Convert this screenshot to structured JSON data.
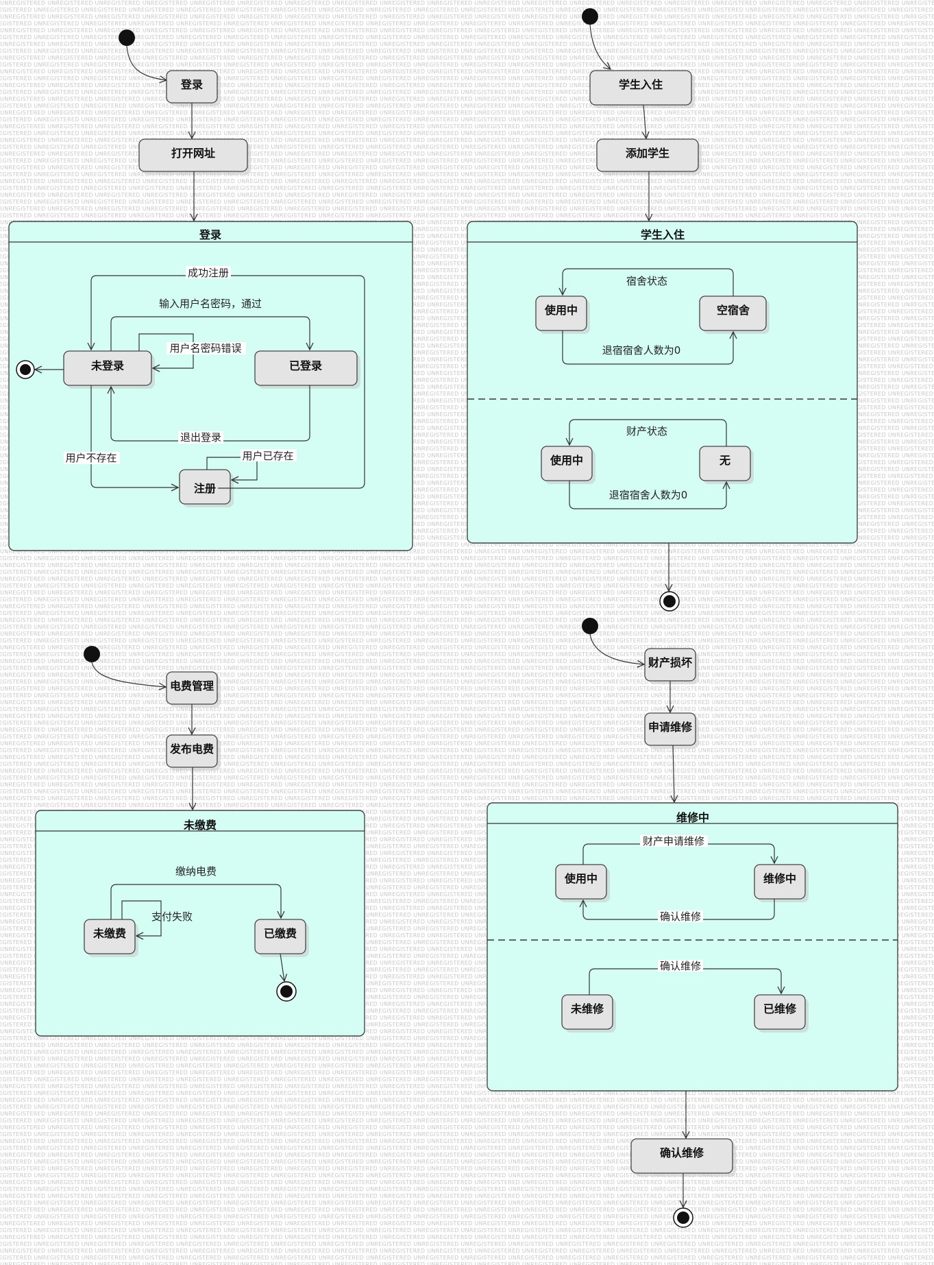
{
  "watermark": "UNREGISTERED",
  "colors": {
    "composite_fill": "#d4fdf4",
    "state_fill": "#e4e4e4",
    "line": "#333333"
  },
  "diagram1": {
    "state_login": "登录",
    "state_open_url": "打开网址",
    "composite_title": "登录",
    "state_not_logged": "未登录",
    "state_logged": "已登录",
    "state_register": "注册",
    "edge_success_register": "成功注册",
    "edge_enter_credentials": "输入用户名密码，通过",
    "edge_wrong_credentials": "用户名密码错误",
    "edge_logout": "退出登录",
    "edge_user_not_exist": "用户不存在",
    "edge_user_exists": "用户已存在"
  },
  "diagram2": {
    "state_checkin": "学生入住",
    "state_add_student": "添加学生",
    "composite_title": "学生入住",
    "region1_label": "宿舍状态",
    "region1_in_use": "使用中",
    "region1_empty": "空宿舍",
    "region1_edge": "退宿宿舍人数为0",
    "region2_label": "财产状态",
    "region2_in_use": "使用中",
    "region2_none": "无",
    "region2_edge": "退宿宿舍人数为0"
  },
  "diagram3": {
    "state_power_mgmt": "电费管理",
    "state_publish_fee": "发布电费",
    "composite_title": "未缴费",
    "state_unpaid": "未缴费",
    "state_paid": "已缴费",
    "edge_pay": "缴纳电费",
    "edge_pay_failed": "支付失败"
  },
  "diagram4": {
    "state_damaged": "财产损坏",
    "state_request_repair": "申请维修",
    "composite_title": "维修中",
    "region1_in_use": "使用中",
    "region1_repairing": "维修中",
    "region1_edge_request": "财产申请维修",
    "region1_edge_confirm": "确认维修",
    "region2_unrepaired": "未维修",
    "region2_repaired": "已维修",
    "region2_edge_confirm": "确认维修",
    "state_confirm_repair": "确认维修"
  }
}
